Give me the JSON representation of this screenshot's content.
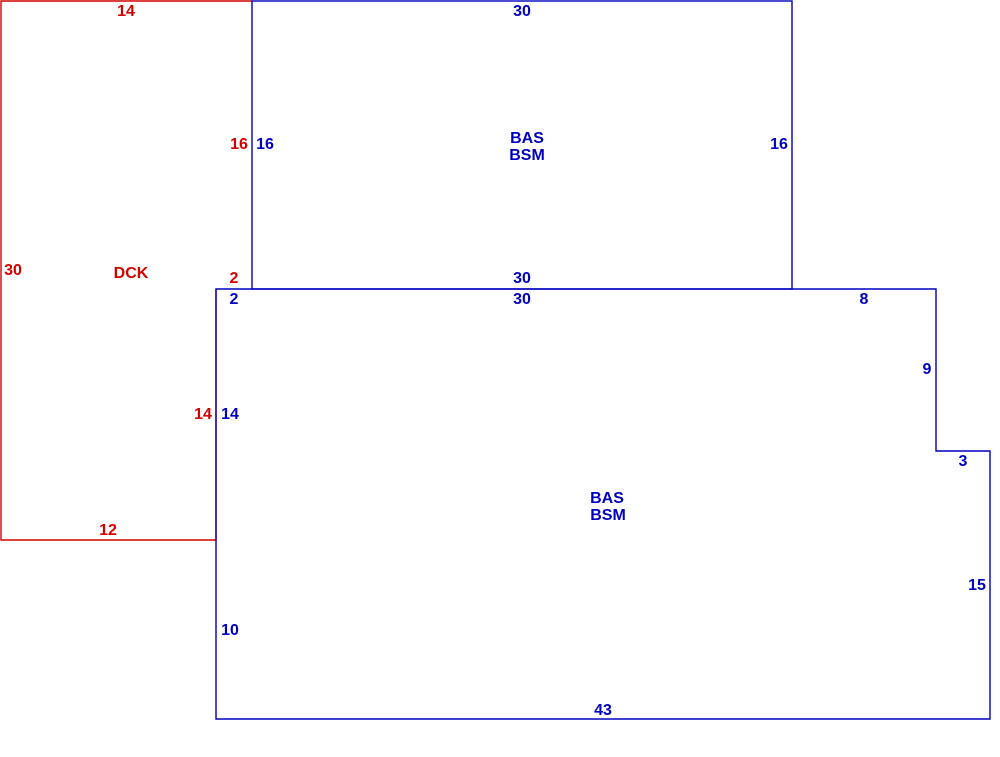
{
  "colors": {
    "deck": "#d40000",
    "building": "#0000c0",
    "background": "#ffffff"
  },
  "deck": {
    "label": "DCK",
    "dims": {
      "top": "14",
      "left": "30",
      "bottom": "12",
      "right_upper": "16",
      "step": "2",
      "right_lower": "14"
    }
  },
  "upper_section": {
    "label_line1": "BAS",
    "label_line2": "BSM",
    "dims": {
      "top": "30",
      "left": "16",
      "right": "16",
      "bottom": "30"
    }
  },
  "lower_section": {
    "label_line1": "BAS",
    "label_line2": "BSM",
    "dims": {
      "top": "30",
      "top_left_step": "2",
      "top_right": "8",
      "notch_vertical": "9",
      "notch_horizontal": "3",
      "right": "15",
      "left_upper": "14",
      "left_lower": "10",
      "bottom": "43"
    }
  }
}
